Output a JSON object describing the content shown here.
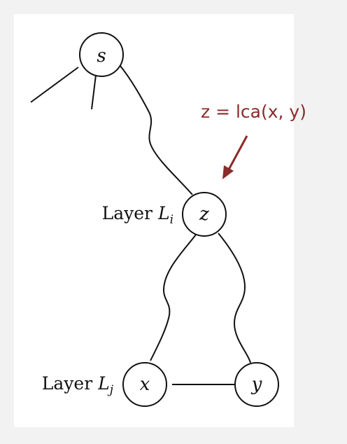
{
  "nodes": {
    "s": "s",
    "z": "z",
    "x": "x",
    "y": "y"
  },
  "layers": {
    "i": {
      "prefix": "Layer ",
      "symbol": "L",
      "subscript": "i"
    },
    "j": {
      "prefix": "Layer ",
      "symbol": "L",
      "subscript": "j"
    }
  },
  "annotation": {
    "text": "z = lca(x, y)",
    "color": "#8b2b2b"
  }
}
